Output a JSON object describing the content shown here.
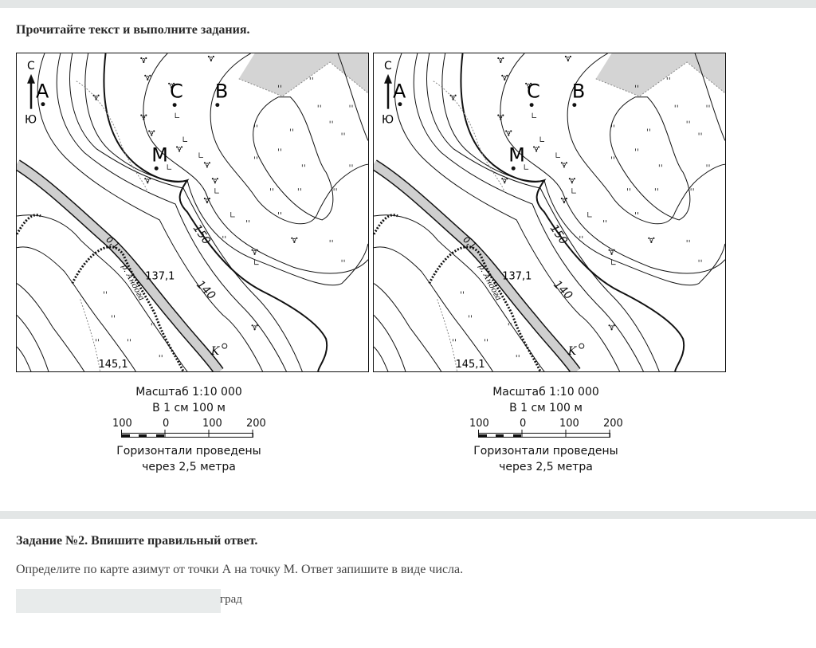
{
  "intro": "Прочитайте текст и выполните задания.",
  "map": {
    "north": "С",
    "south": "Ю",
    "points": {
      "a": "A",
      "c": "C",
      "b": "B",
      "m": "M",
      "k": "K"
    },
    "contour_labels": [
      "150",
      "140"
    ],
    "heights": [
      "137,1",
      "145,1"
    ],
    "river": "р. Андога",
    "river_speed": "0,1"
  },
  "legend": {
    "scale_title": "Масштаб 1:10 000",
    "scale_note": "В 1 см 100 м",
    "ticks": [
      "100",
      "0",
      "100",
      "200"
    ],
    "contour_note1": "Горизонтали проведены",
    "contour_note2": "через 2,5 метра"
  },
  "task": {
    "title": "Задание №2. Впишите правильный ответ.",
    "question": "Определите по карте азимут от точки А на точку М. Ответ запишите в виде числа.",
    "answer_value": "",
    "unit": "град"
  }
}
